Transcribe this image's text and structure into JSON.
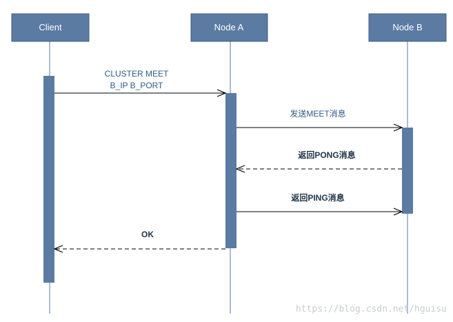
{
  "participants": {
    "client": "Client",
    "node_a": "Node A",
    "node_b": "Node B"
  },
  "messages": {
    "meet_line1": "CLUSTER MEET",
    "meet_line2": "B_IP B_PORT",
    "send_meet": "发送MEET消息",
    "pong": "返回PONG消息",
    "ping": "返回PING消息",
    "ok": "OK"
  },
  "watermark": "https://blog.csdn.net/hguisu",
  "colors": {
    "head_fill": "#5b7ba3",
    "head_stroke": "#3f5e85",
    "activation_fill": "#5b7ba3",
    "lifeline": "#5b7ba3",
    "arrow": "#000000"
  }
}
